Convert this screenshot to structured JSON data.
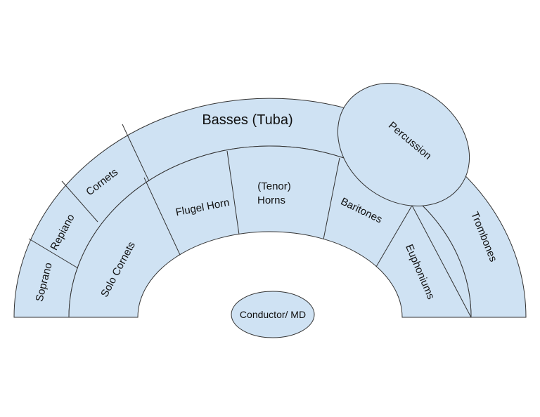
{
  "colors": {
    "section_fill": "#cfe2f3",
    "outline": "#333333",
    "text": "#111111"
  },
  "sections": {
    "basses": "Basses (Tuba)",
    "percussion": "Percussion",
    "cornets": "Cornets",
    "repiano": "Repiano",
    "soprano": "Soprano",
    "solo_cornets": "Solo Cornets",
    "flugel_horn": "Flugel Horn",
    "tenor_horns_line1": "(Tenor)",
    "tenor_horns_line2": "Horns",
    "baritones": "Baritones",
    "euphoniums": "Euphoniums",
    "trombones": "Trombones",
    "conductor": "Conductor/ MD"
  }
}
